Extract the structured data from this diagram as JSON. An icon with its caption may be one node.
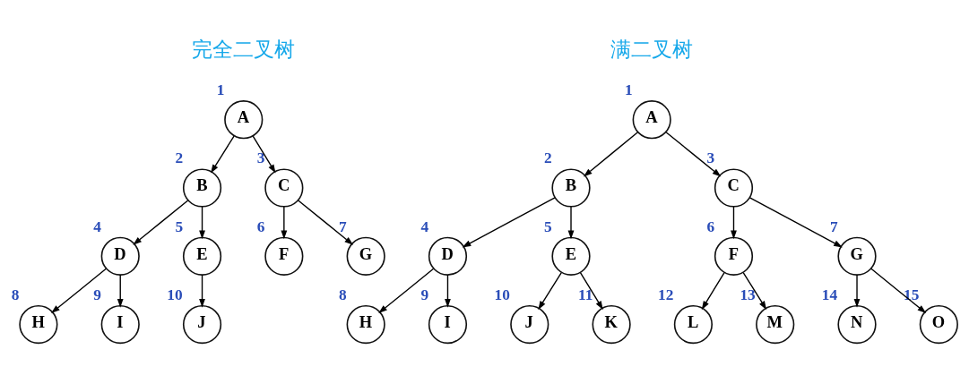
{
  "diagram": {
    "nodes": [
      {
        "text": [
          "A"
        ],
        "beside": [
          "1"
        ]
      },
      {
        "text": [
          "B"
        ],
        "beside": [
          "2"
        ]
      },
      {
        "text": [
          "C"
        ],
        "beside": [
          "3"
        ]
      },
      {
        "text": [
          "D"
        ],
        "beside": [
          "4"
        ]
      },
      {
        "text": [
          "E"
        ],
        "beside": [
          "5"
        ]
      },
      {
        "text": [
          "F"
        ],
        "beside": [
          "6"
        ]
      },
      {
        "text": [
          "G"
        ],
        "beside": [
          "7"
        ]
      },
      {
        "text": [
          "H"
        ],
        "beside": [
          "8"
        ]
      },
      {
        "text": [
          "I"
        ],
        "beside": [
          "9"
        ]
      },
      {
        "text": [
          "J"
        ],
        "beside": [
          "10"
        ]
      },
      {
        "text": [
          "A"
        ],
        "beside": [
          "1"
        ]
      },
      {
        "text": [
          "B"
        ],
        "beside": [
          "2"
        ]
      },
      {
        "text": [
          "C"
        ],
        "beside": [
          "3"
        ]
      },
      {
        "text": [
          "D"
        ],
        "beside": [
          "4"
        ]
      },
      {
        "text": [
          "E"
        ],
        "beside": [
          "5"
        ]
      },
      {
        "text": [
          "F"
        ],
        "beside": [
          "6"
        ]
      },
      {
        "text": [
          "G"
        ],
        "beside": [
          "7"
        ]
      },
      {
        "text": [
          "H"
        ],
        "beside": [
          "8"
        ]
      },
      {
        "text": [
          "I"
        ],
        "beside": [
          "9"
        ]
      },
      {
        "text": [
          "J"
        ],
        "beside": [
          "10"
        ]
      },
      {
        "text": [
          "K"
        ],
        "beside": [
          "11"
        ]
      },
      {
        "text": [
          "L"
        ],
        "beside": [
          "12"
        ]
      },
      {
        "text": [
          "M"
        ],
        "beside": [
          "13"
        ]
      },
      {
        "text": [
          "N"
        ],
        "beside": [
          "14"
        ]
      },
      {
        "text": [
          "O"
        ],
        "beside": [
          "15"
        ]
      }
    ],
    "edges": [
      {
        "from": 0,
        "to": 1,
        "arrow": "to"
      },
      {
        "from": 0,
        "to": 2,
        "arrow": "to"
      },
      {
        "from": 1,
        "to": 3,
        "arrow": "to"
      },
      {
        "from": 1,
        "to": 4,
        "arrow": "to"
      },
      {
        "from": 2,
        "to": 5,
        "arrow": "to"
      },
      {
        "from": 2,
        "to": 6,
        "arrow": "to"
      },
      {
        "from": 3,
        "to": 7,
        "arrow": "to"
      },
      {
        "from": 3,
        "to": 8,
        "arrow": "to"
      },
      {
        "from": 4,
        "to": 9,
        "arrow": "to"
      },
      {
        "from": 10,
        "to": 11,
        "arrow": "to"
      },
      {
        "from": 10,
        "to": 12,
        "arrow": "to"
      },
      {
        "from": 11,
        "to": 13,
        "arrow": "to"
      },
      {
        "from": 11,
        "to": 14,
        "arrow": "to"
      },
      {
        "from": 12,
        "to": 15,
        "arrow": "to"
      },
      {
        "from": 12,
        "to": 16,
        "arrow": "to"
      },
      {
        "from": 13,
        "to": 17,
        "arrow": "to"
      },
      {
        "from": 13,
        "to": 18,
        "arrow": "to"
      },
      {
        "from": 14,
        "to": 19,
        "arrow": "to"
      },
      {
        "from": 14,
        "to": 20,
        "arrow": "to"
      },
      {
        "from": 15,
        "to": 21,
        "arrow": "to"
      },
      {
        "from": 15,
        "to": 22,
        "arrow": "to"
      },
      {
        "from": 16,
        "to": 23,
        "arrow": "to"
      },
      {
        "from": 16,
        "to": 24,
        "arrow": "to"
      }
    ],
    "labels": [
      "完全二叉树",
      "满二叉树"
    ]
  }
}
